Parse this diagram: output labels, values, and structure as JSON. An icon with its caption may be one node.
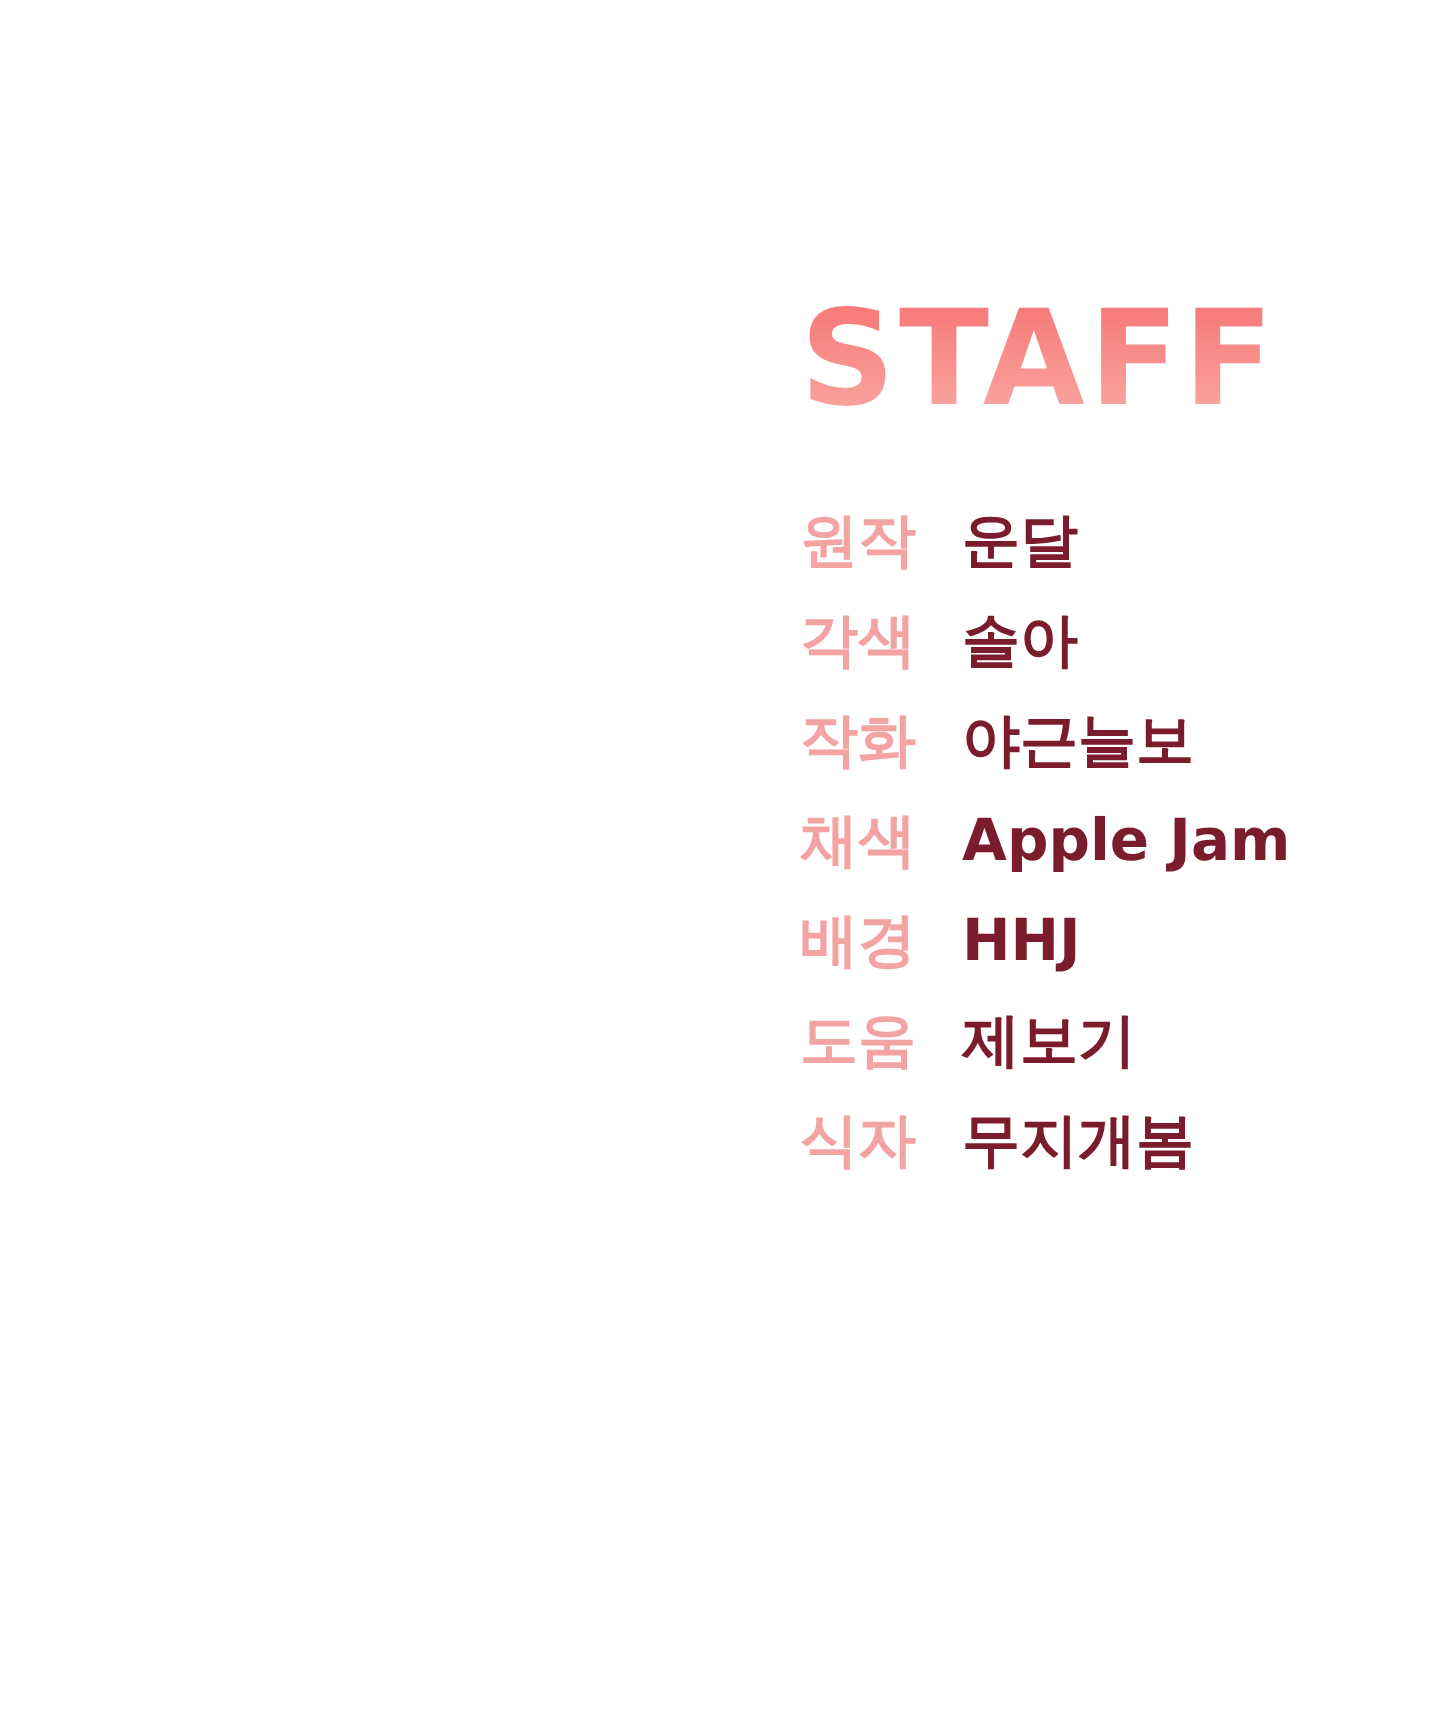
{
  "diagram": {
    "title": "STAFF",
    "labels": [
      "원작",
      "운달",
      "각색",
      "솔아",
      "작화",
      "야근늘보",
      "채색",
      "Apple Jam",
      "배경",
      "HHJ",
      "도움",
      "제보기",
      "식자",
      "무지개봄"
    ]
  }
}
